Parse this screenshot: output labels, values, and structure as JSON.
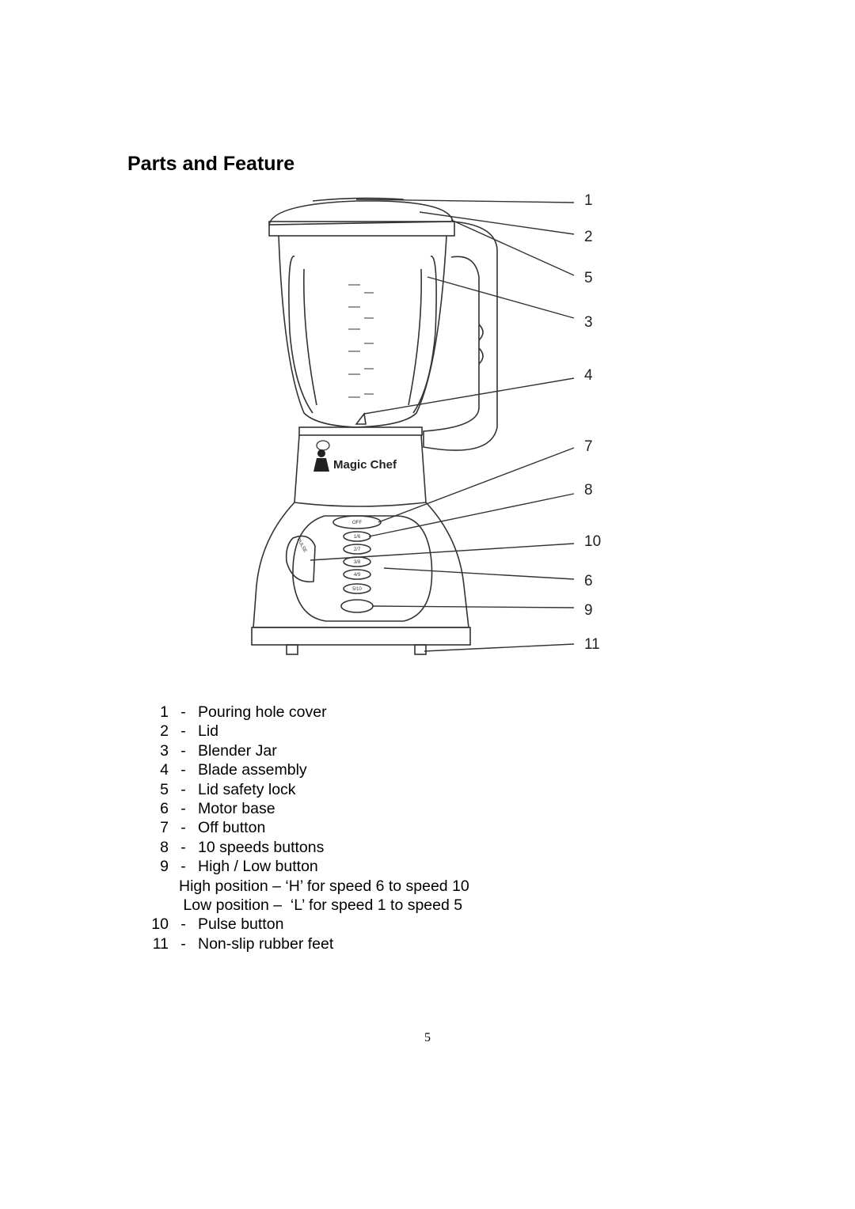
{
  "page": {
    "title": "Parts and Feature",
    "page_number": "5"
  },
  "diagram": {
    "brand_logo": "Magic Chef",
    "callouts": [
      "1",
      "2",
      "5",
      "3",
      "4",
      "7",
      "8",
      "10",
      "6",
      "9",
      "11"
    ],
    "buttons": [
      "OFF",
      "1/6",
      "2/7",
      "3/8",
      "4/9",
      "5/10"
    ],
    "pulse_label": "PULSE"
  },
  "legend": {
    "items": [
      {
        "num": "1",
        "label": "Pouring hole cover"
      },
      {
        "num": "2",
        "label": "Lid"
      },
      {
        "num": "3",
        "label": "Blender Jar"
      },
      {
        "num": "4",
        "label": "Blade assembly"
      },
      {
        "num": "5",
        "label": "Lid safety lock"
      },
      {
        "num": "6",
        "label": "Motor base"
      },
      {
        "num": "7",
        "label": "Off button"
      },
      {
        "num": "8",
        "label": "10 speeds buttons"
      },
      {
        "num": "9",
        "label": "High / Low button"
      }
    ],
    "notes": [
      "High position – ‘H’ for speed 6 to speed 10",
      " Low position –  ‘L’ for speed 1 to speed 5"
    ],
    "items_after": [
      {
        "num": "10",
        "label": "Pulse button"
      },
      {
        "num": "11",
        "label": "Non-slip rubber feet"
      }
    ]
  }
}
